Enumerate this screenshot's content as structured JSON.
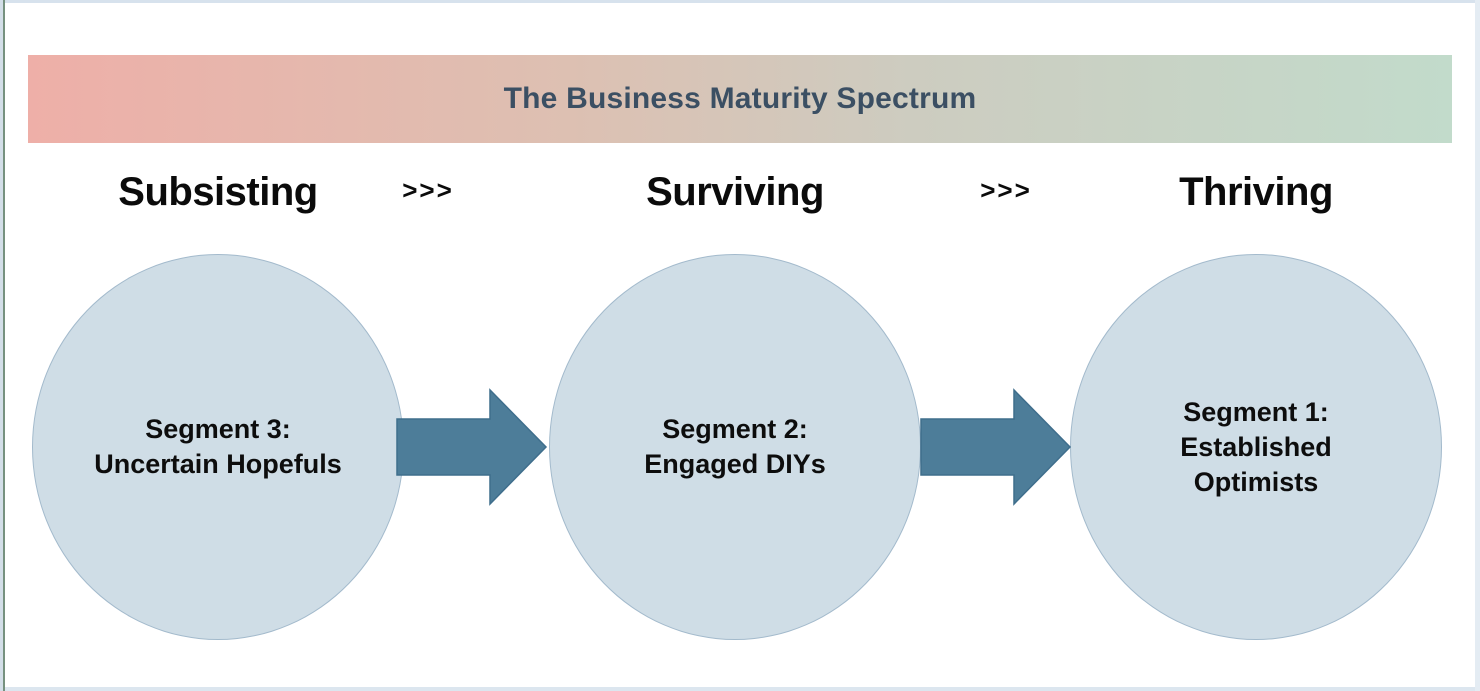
{
  "banner": {
    "title": "The Business Maturity Spectrum",
    "gradient_left": "#eeafa8",
    "gradient_mid": "#d5c6ba",
    "gradient_right": "#c2dbcb",
    "title_color": "#3b4f63"
  },
  "stages": [
    {
      "label": "Subsisting"
    },
    {
      "label": "Surviving"
    },
    {
      "label": "Thriving"
    }
  ],
  "separator": ">>>",
  "segments": [
    {
      "title": "Segment 3:",
      "subtitle": "Uncertain Hopefuls"
    },
    {
      "title": "Segment 2:",
      "subtitle": "Engaged DIYs"
    },
    {
      "title": "Segment 1:",
      "subtitle": "Established Optimists"
    }
  ],
  "colors": {
    "circle_fill": "#cfdde6",
    "circle_border": "#a3bacc",
    "arrow_fill": "#4d7d99",
    "arrow_stroke": "#3f6e8c",
    "stage_text": "#0b0b0b"
  }
}
